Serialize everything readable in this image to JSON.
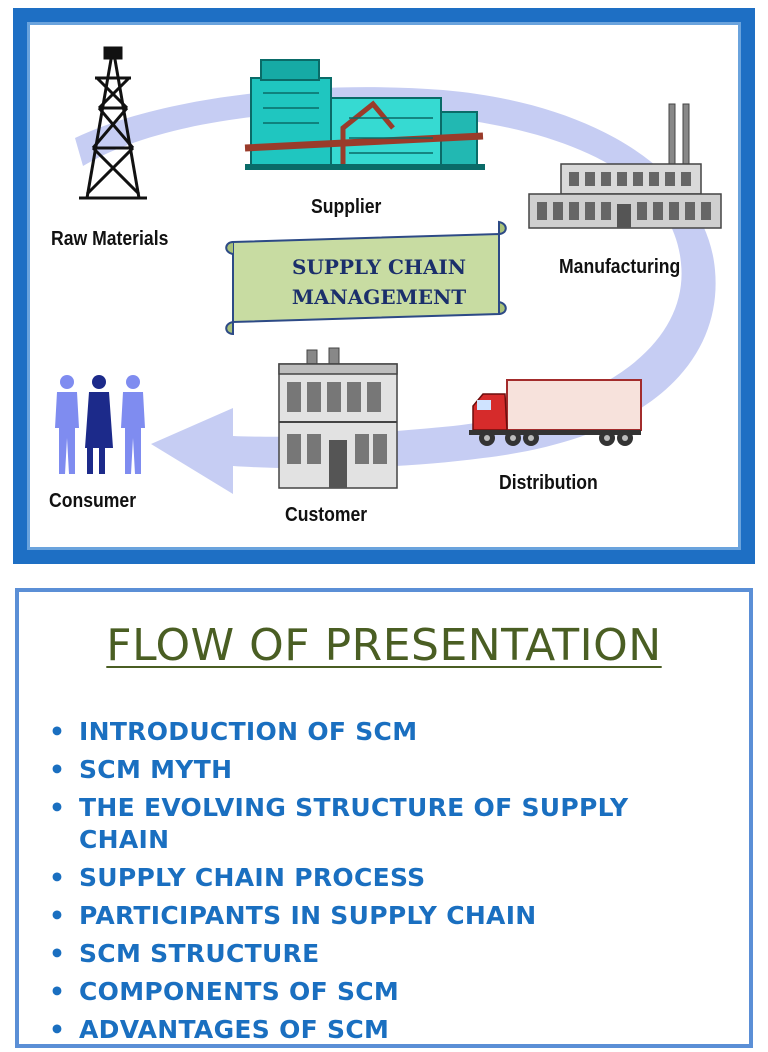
{
  "diagram": {
    "labels": {
      "raw_materials": "Raw Materials",
      "supplier": "Supplier",
      "manufacturing": "Manufacturing",
      "distribution": "Distribution",
      "customer": "Customer",
      "consumer": "Consumer"
    },
    "center_title_line1": "SUPPLY CHAIN",
    "center_title_line2": "MANAGEMENT",
    "icons": [
      "oil-derrick-icon",
      "supplier-plant-icon",
      "factory-icon",
      "truck-icon",
      "building-icon",
      "people-icon",
      "flow-arrow-icon"
    ],
    "colors": {
      "frame": "#1e6fc4",
      "arrow": "#c6cdf3",
      "scroll": "#c8dca2",
      "title_text": "#1b2f6b"
    }
  },
  "presentation": {
    "title": "FLOW OF PRESENTATION",
    "items": [
      "INTRODUCTION OF SCM",
      "SCM MYTH",
      "THE EVOLVING STRUCTURE OF SUPPLY CHAIN",
      "SUPPLY CHAIN PROCESS",
      "PARTICIPANTS IN SUPPLY CHAIN",
      "SCM STRUCTURE",
      "COMPONENTS OF SCM",
      "ADVANTAGES OF SCM"
    ],
    "colors": {
      "title": "#4a5e23",
      "items": "#1a6fc0",
      "border": "#5b8fd6"
    }
  }
}
